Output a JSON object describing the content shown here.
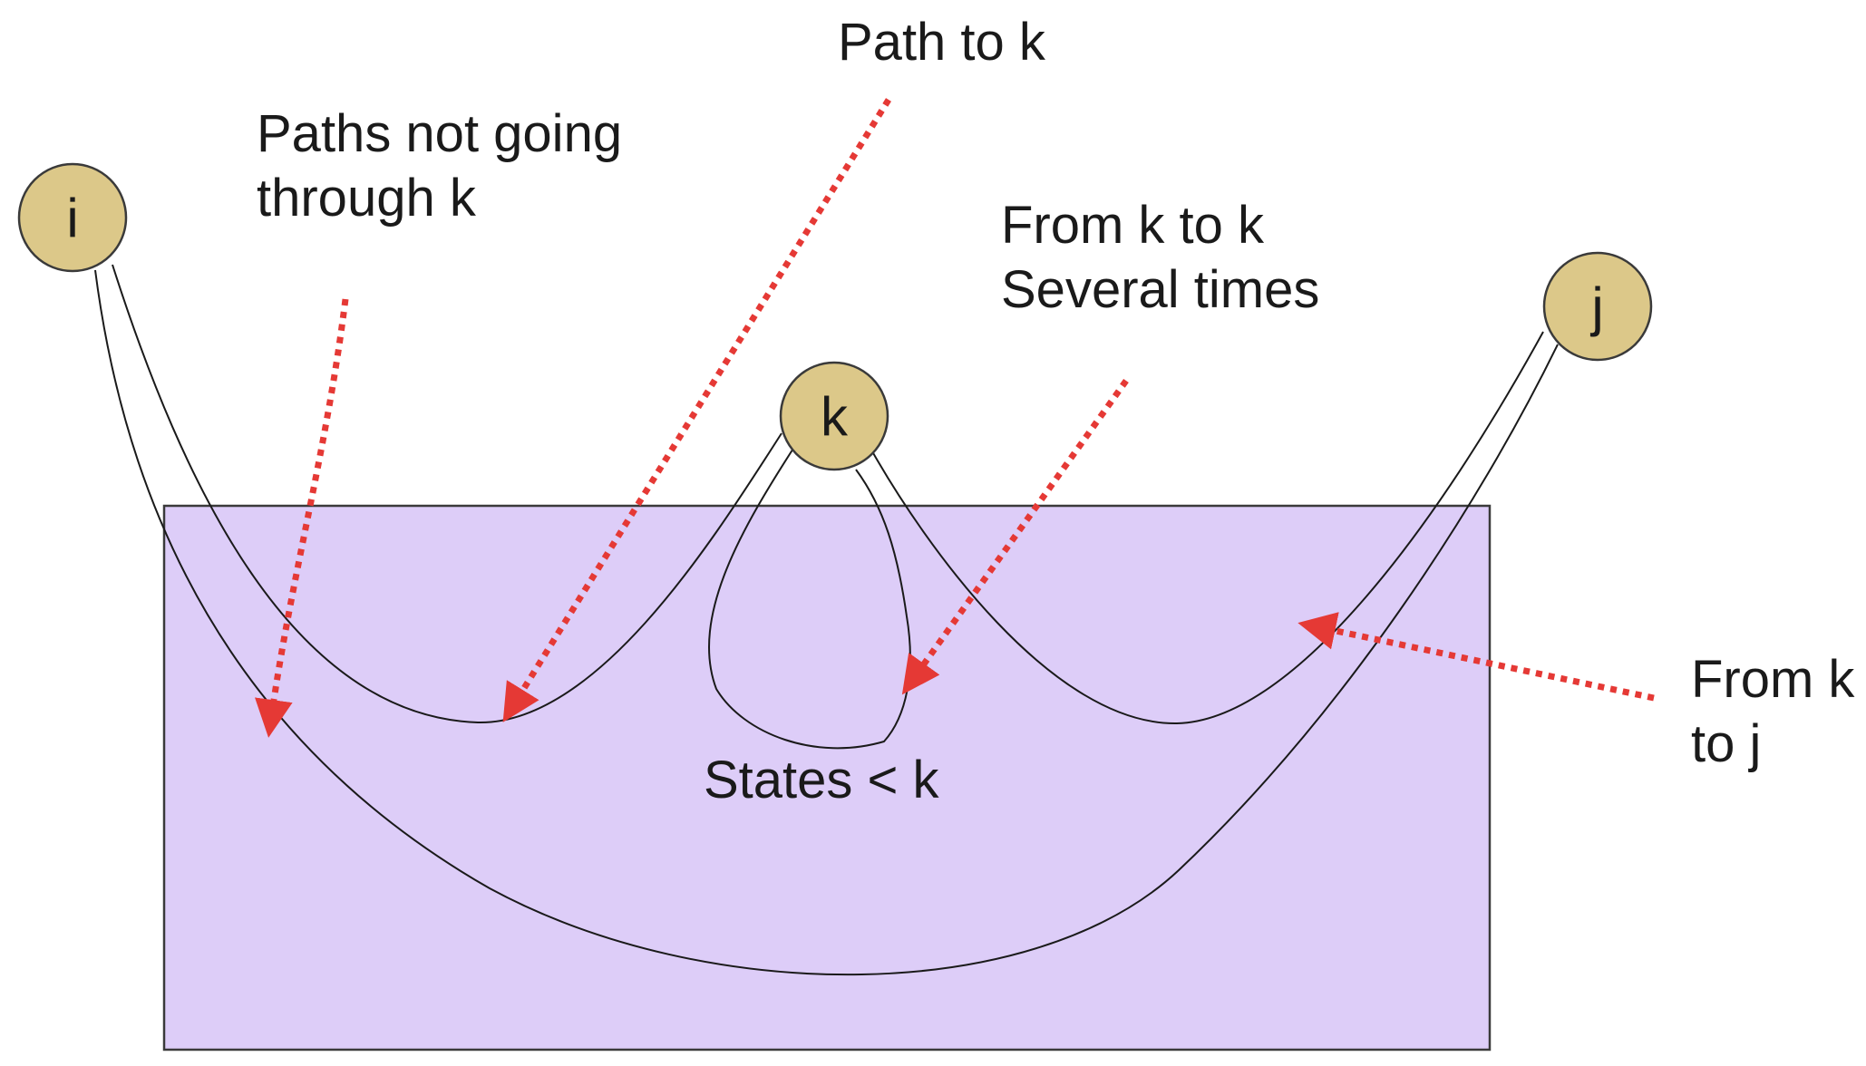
{
  "colors": {
    "region_fill": "#ddcdf8",
    "region_stroke": "#3a3a3a",
    "node_fill": "#dcc889",
    "node_stroke": "#3a3a3a",
    "arrow": "#e53935"
  },
  "nodes": {
    "i": "i",
    "k": "k",
    "j": "j"
  },
  "region_label": "States < k",
  "annotations": {
    "path_to_k": "Path to k",
    "not_through_k": [
      "Paths not going",
      "through k"
    ],
    "k_to_k": [
      "From k to k",
      "Several times"
    ],
    "k_to_j": [
      "From k",
      "to j"
    ]
  }
}
